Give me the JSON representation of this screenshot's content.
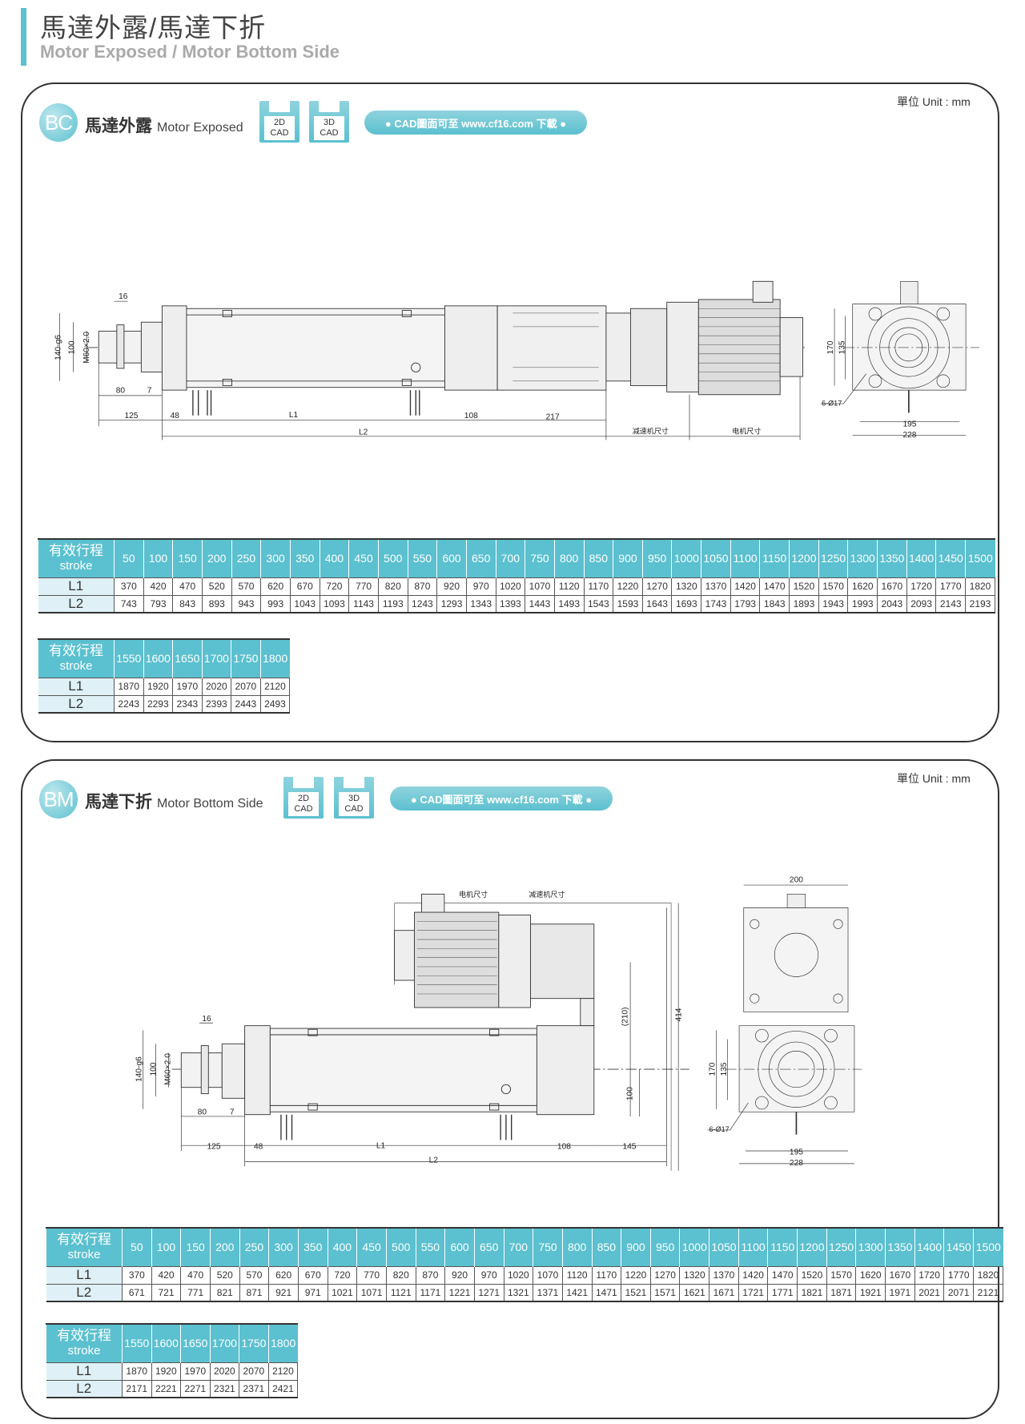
{
  "header": {
    "title": "馬達外露/馬達下折",
    "subtitle": "Motor Exposed / Motor Bottom Side",
    "accent": "#5bc0cf"
  },
  "sections": [
    {
      "code": "BC",
      "title_zh": "馬達外露",
      "title_en": "Motor Exposed",
      "cad2d": {
        "top": "2D",
        "bottom": "CAD"
      },
      "cad3d": {
        "top": "3D",
        "bottom": "CAD"
      },
      "download": "● CAD圖面可至 www.cf16.com 下載 ●",
      "unit": "單位 Unit : mm",
      "drawing": {
        "d16": "16",
        "d140": "140-g6",
        "d100": "100",
        "m60": "M60×2.0",
        "d80": "80",
        "d7": "7",
        "d125": "125",
        "d48": "48",
        "L1": "L1",
        "d108": "108",
        "d217": "217",
        "L2": "L2",
        "reducer": "减速机尺寸",
        "motor": "电机尺寸",
        "d170": "170",
        "d135": "135",
        "holes": "6-Ø17",
        "d195": "195",
        "d228": "228"
      },
      "tables": [
        {
          "header_zh": "有效行程",
          "header_en": "stroke",
          "strokes": [
            "50",
            "100",
            "150",
            "200",
            "250",
            "300",
            "350",
            "400",
            "450",
            "500",
            "550",
            "600",
            "650",
            "700",
            "750",
            "800",
            "850",
            "900",
            "950",
            "1000",
            "1050",
            "1100",
            "1150",
            "1200",
            "1250",
            "1300",
            "1350",
            "1400",
            "1450",
            "1500"
          ],
          "rows": [
            {
              "label": "L1",
              "values": [
                "370",
                "420",
                "470",
                "520",
                "570",
                "620",
                "670",
                "720",
                "770",
                "820",
                "870",
                "920",
                "970",
                "1020",
                "1070",
                "1120",
                "1170",
                "1220",
                "1270",
                "1320",
                "1370",
                "1420",
                "1470",
                "1520",
                "1570",
                "1620",
                "1670",
                "1720",
                "1770",
                "1820"
              ]
            },
            {
              "label": "L2",
              "values": [
                "743",
                "793",
                "843",
                "893",
                "943",
                "993",
                "1043",
                "1093",
                "1143",
                "1193",
                "1243",
                "1293",
                "1343",
                "1393",
                "1443",
                "1493",
                "1543",
                "1593",
                "1643",
                "1693",
                "1743",
                "1793",
                "1843",
                "1893",
                "1943",
                "1993",
                "2043",
                "2093",
                "2143",
                "2193"
              ]
            }
          ]
        },
        {
          "header_zh": "有效行程",
          "header_en": "stroke",
          "strokes": [
            "1550",
            "1600",
            "1650",
            "1700",
            "1750",
            "1800"
          ],
          "rows": [
            {
              "label": "L1",
              "values": [
                "1870",
                "1920",
                "1970",
                "2020",
                "2070",
                "2120"
              ]
            },
            {
              "label": "L2",
              "values": [
                "2243",
                "2293",
                "2343",
                "2393",
                "2443",
                "2493"
              ]
            }
          ]
        }
      ]
    },
    {
      "code": "BM",
      "title_zh": "馬達下折",
      "title_en": "Motor Bottom Side",
      "cad2d": {
        "top": "2D",
        "bottom": "CAD"
      },
      "cad3d": {
        "top": "3D",
        "bottom": "CAD"
      },
      "download": "● CAD圖面可至 www.cf16.com 下載 ●",
      "unit": "單位 Unit : mm",
      "drawing": {
        "motor": "电机尺寸",
        "reducer": "减速机尺寸",
        "d16": "16",
        "d140": "140-g6",
        "d100": "100",
        "m60": "M60×2.0",
        "d80": "80",
        "d7": "7",
        "d125": "125",
        "d48": "48",
        "L1": "L1",
        "d108": "108",
        "d145": "145",
        "L2": "L2",
        "d210": "(210)",
        "d414": "414",
        "d100b": "100",
        "d200": "200",
        "d170": "170",
        "d135": "135",
        "holes": "6-Ø17",
        "d195": "195",
        "d228": "228"
      },
      "tables": [
        {
          "header_zh": "有效行程",
          "header_en": "stroke",
          "strokes": [
            "50",
            "100",
            "150",
            "200",
            "250",
            "300",
            "350",
            "400",
            "450",
            "500",
            "550",
            "600",
            "650",
            "700",
            "750",
            "800",
            "850",
            "900",
            "950",
            "1000",
            "1050",
            "1100",
            "1150",
            "1200",
            "1250",
            "1300",
            "1350",
            "1400",
            "1450",
            "1500"
          ],
          "rows": [
            {
              "label": "L1",
              "values": [
                "370",
                "420",
                "470",
                "520",
                "570",
                "620",
                "670",
                "720",
                "770",
                "820",
                "870",
                "920",
                "970",
                "1020",
                "1070",
                "1120",
                "1170",
                "1220",
                "1270",
                "1320",
                "1370",
                "1420",
                "1470",
                "1520",
                "1570",
                "1620",
                "1670",
                "1720",
                "1770",
                "1820"
              ]
            },
            {
              "label": "L2",
              "values": [
                "671",
                "721",
                "771",
                "821",
                "871",
                "921",
                "971",
                "1021",
                "1071",
                "1121",
                "1171",
                "1221",
                "1271",
                "1321",
                "1371",
                "1421",
                "1471",
                "1521",
                "1571",
                "1621",
                "1671",
                "1721",
                "1771",
                "1821",
                "1871",
                "1921",
                "1971",
                "2021",
                "2071",
                "2121"
              ]
            }
          ]
        },
        {
          "header_zh": "有效行程",
          "header_en": "stroke",
          "strokes": [
            "1550",
            "1600",
            "1650",
            "1700",
            "1750",
            "1800"
          ],
          "rows": [
            {
              "label": "L1",
              "values": [
                "1870",
                "1920",
                "1970",
                "2020",
                "2070",
                "2120"
              ]
            },
            {
              "label": "L2",
              "values": [
                "2171",
                "2221",
                "2271",
                "2321",
                "2371",
                "2421"
              ]
            }
          ]
        }
      ]
    }
  ]
}
